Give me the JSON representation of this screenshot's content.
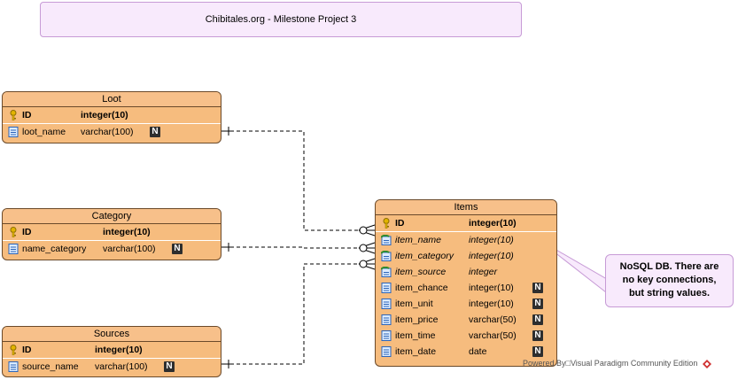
{
  "title": "Chibitales.org - Milestone Project 3",
  "entities": {
    "loot": {
      "name": "Loot",
      "rows": [
        {
          "field": "ID",
          "type": "integer(10)"
        },
        {
          "field": "loot_name",
          "type": "varchar(100)",
          "nullable": "N"
        }
      ]
    },
    "category": {
      "name": "Category",
      "rows": [
        {
          "field": "ID",
          "type": "integer(10)"
        },
        {
          "field": "name_category",
          "type": "varchar(100)",
          "nullable": "N"
        }
      ]
    },
    "sources": {
      "name": "Sources",
      "rows": [
        {
          "field": "ID",
          "type": "integer(10)"
        },
        {
          "field": "source_name",
          "type": "varchar(100)",
          "nullable": "N"
        }
      ]
    },
    "items": {
      "name": "Items",
      "rows": [
        {
          "field": "ID",
          "type": "integer(10)"
        },
        {
          "field": "item_name",
          "type": "integer(10)"
        },
        {
          "field": "item_category",
          "type": "integer(10)"
        },
        {
          "field": "item_source",
          "type": "integer"
        },
        {
          "field": "item_chance",
          "type": "integer(10)",
          "nullable": "N"
        },
        {
          "field": "item_unit",
          "type": "integer(10)",
          "nullable": "N"
        },
        {
          "field": "item_price",
          "type": "varchar(50)",
          "nullable": "N"
        },
        {
          "field": "item_time",
          "type": "varchar(50)",
          "nullable": "N"
        },
        {
          "field": "item_date",
          "type": "date",
          "nullable": "N"
        }
      ]
    }
  },
  "note": {
    "line1": "NoSQL DB. There are",
    "line2": "no key connections,",
    "line3": "but string values."
  },
  "footer": "Powered By□Visual Paradigm Community Edition",
  "colors": {
    "entity_fill": "#f6bc7e",
    "note_fill": "#f8eafc",
    "nullable_badge": "#2e2e2e"
  },
  "icons": {
    "primary_key": "key-icon",
    "foreign_key": "fk-column-icon",
    "column": "column-icon"
  }
}
